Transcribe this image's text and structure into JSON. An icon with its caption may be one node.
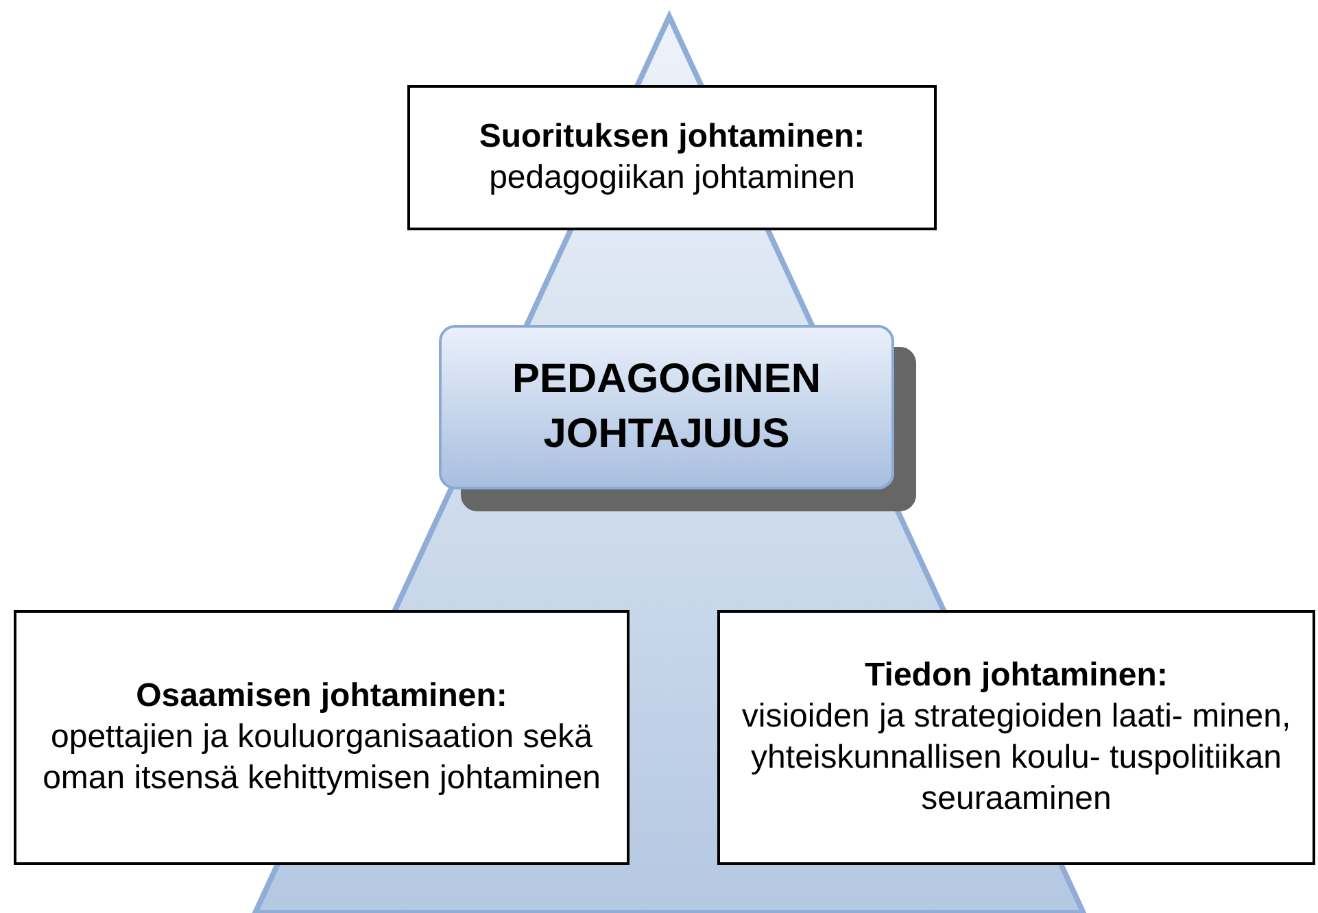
{
  "diagram": {
    "nodes": [
      {
        "text": [
          "Suorituksen johtaminen:",
          "pedagogiikan johtaminen"
        ]
      },
      {
        "text": [
          "PEDAGOGINEN JOHTAJUUS"
        ]
      },
      {
        "text": [
          "Osaamisen johtaminen:",
          "opettajien ja kouluorganisaation sekä oman itsensä kehittymisen johtaminen"
        ]
      },
      {
        "text": [
          "Tiedon johtaminen:",
          "visioiden ja strategioiden laati- minen, yhteiskunnallisen koulu- tuspolitiikan seuraaminen"
        ]
      }
    ],
    "edges": []
  }
}
